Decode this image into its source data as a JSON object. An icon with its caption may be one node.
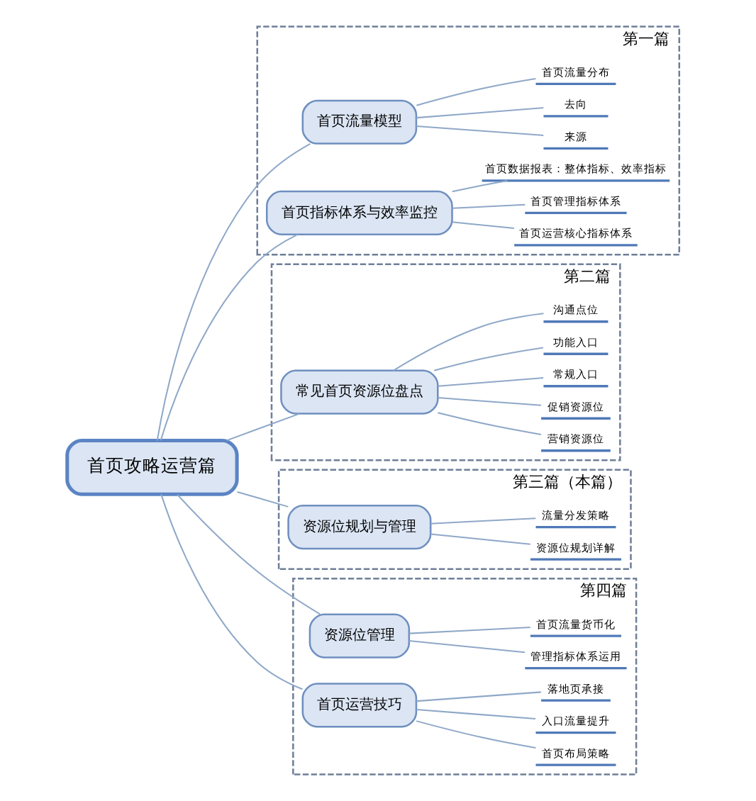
{
  "diagram": {
    "nodes": [
      {
        "text": [
          "首页攻略运营篇"
        ]
      },
      {
        "text": [
          "第一篇"
        ]
      },
      {
        "text": [
          "首页流量模型"
        ],
        "in": 1
      },
      {
        "text": [
          "来源"
        ],
        "in": 1
      },
      {
        "text": [
          "去向"
        ],
        "in": 1
      },
      {
        "text": [
          "首页流量分布"
        ],
        "in": 1
      },
      {
        "text": [
          "首页指标体系与效率监控"
        ],
        "in": 1
      },
      {
        "text": [
          "首页运营核心指标体系"
        ],
        "in": 1
      },
      {
        "text": [
          "首页管理指标体系"
        ],
        "in": 1
      },
      {
        "text": [
          "首页数据报表：整体指标、效率指标"
        ],
        "in": 1
      },
      {
        "text": [
          "第二篇"
        ]
      },
      {
        "text": [
          "常见首页资源位盘点"
        ],
        "in": 10
      },
      {
        "text": [
          "营销资源位"
        ],
        "in": 10
      },
      {
        "text": [
          "促销资源位"
        ],
        "in": 10
      },
      {
        "text": [
          "常规入口"
        ],
        "in": 10
      },
      {
        "text": [
          "功能入口"
        ],
        "in": 10
      },
      {
        "text": [
          "沟通点位"
        ],
        "in": 10
      },
      {
        "text": [
          "第三篇（本篇）"
        ]
      },
      {
        "text": [
          "资源位规划与管理"
        ],
        "in": 17
      },
      {
        "text": [
          "资源位规划详解"
        ],
        "in": 17
      },
      {
        "text": [
          "流量分发策略"
        ],
        "in": 17
      },
      {
        "text": [
          "第四篇"
        ]
      },
      {
        "text": [
          "资源位管理"
        ],
        "in": 21
      },
      {
        "text": [
          "管理指标体系运用"
        ],
        "in": 21
      },
      {
        "text": [
          "首页流量货币化"
        ],
        "in": 21
      },
      {
        "text": [
          "首页运营技巧"
        ],
        "in": 21
      },
      {
        "text": [
          "首页布局策略"
        ],
        "in": 21
      },
      {
        "text": [
          "入口流量提升"
        ],
        "in": 21
      },
      {
        "text": [
          "落地页承接"
        ],
        "in": 21
      }
    ],
    "edges": [
      {
        "from": 0,
        "to": 2,
        "arrow": "none"
      },
      {
        "from": 0,
        "to": 6,
        "arrow": "none"
      },
      {
        "from": 0,
        "to": 11,
        "arrow": "none"
      },
      {
        "from": 0,
        "to": 18,
        "arrow": "none"
      },
      {
        "from": 0,
        "to": 22,
        "arrow": "none"
      },
      {
        "from": 0,
        "to": 25,
        "arrow": "none"
      },
      {
        "from": 2,
        "to": 3,
        "arrow": "none"
      },
      {
        "from": 2,
        "to": 4,
        "arrow": "none"
      },
      {
        "from": 2,
        "to": 5,
        "arrow": "none"
      },
      {
        "from": 6,
        "to": 7,
        "arrow": "none"
      },
      {
        "from": 6,
        "to": 8,
        "arrow": "none"
      },
      {
        "from": 6,
        "to": 9,
        "arrow": "none"
      },
      {
        "from": 11,
        "to": 12,
        "arrow": "none"
      },
      {
        "from": 11,
        "to": 13,
        "arrow": "none"
      },
      {
        "from": 11,
        "to": 14,
        "arrow": "none"
      },
      {
        "from": 11,
        "to": 15,
        "arrow": "none"
      },
      {
        "from": 11,
        "to": 16,
        "arrow": "none"
      },
      {
        "from": 18,
        "to": 19,
        "arrow": "none"
      },
      {
        "from": 18,
        "to": 20,
        "arrow": "none"
      },
      {
        "from": 22,
        "to": 23,
        "arrow": "none"
      },
      {
        "from": 22,
        "to": 24,
        "arrow": "none"
      },
      {
        "from": 25,
        "to": 26,
        "arrow": "none"
      },
      {
        "from": 25,
        "to": 27,
        "arrow": "none"
      },
      {
        "from": 25,
        "to": 28,
        "arrow": "none"
      }
    ]
  }
}
